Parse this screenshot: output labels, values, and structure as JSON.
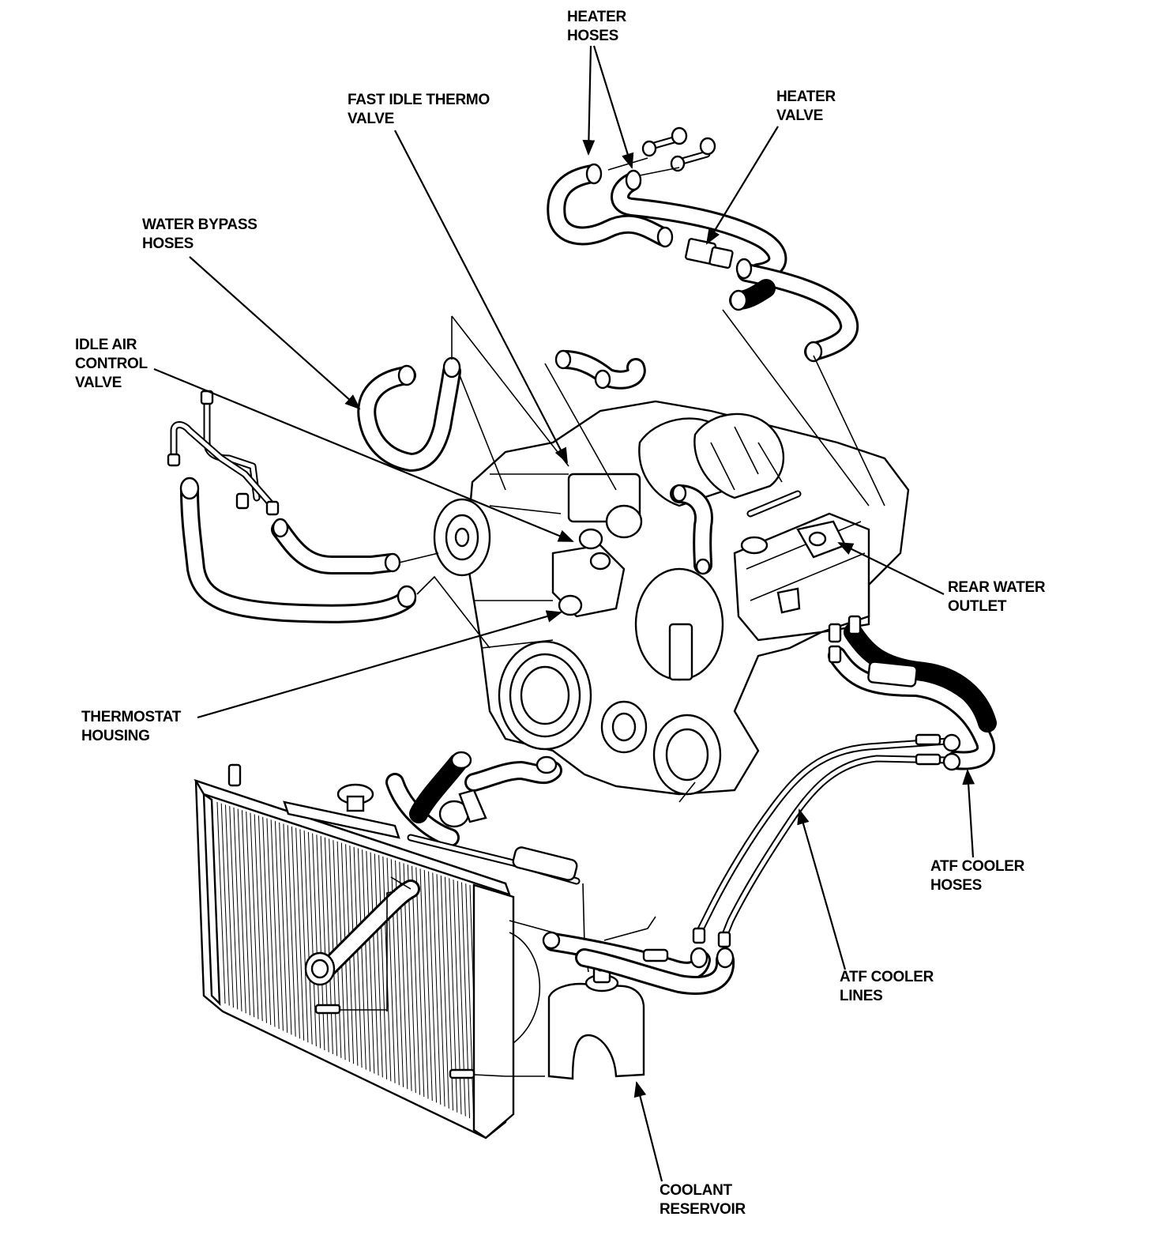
{
  "labels": {
    "heater_hoses": [
      "HEATER",
      "HOSES"
    ],
    "fast_idle_thermo_valve": [
      "FAST IDLE THERMO",
      "VALVE"
    ],
    "heater_valve": [
      "HEATER",
      "VALVE"
    ],
    "water_bypass_hoses": [
      "WATER BYPASS",
      "HOSES"
    ],
    "idle_air_control_valve": [
      "IDLE AIR",
      "CONTROL",
      "VALVE"
    ],
    "rear_water_outlet": [
      "REAR WATER",
      "OUTLET"
    ],
    "thermostat_housing": [
      "THERMOSTAT",
      "HOUSING"
    ],
    "atf_cooler_hoses": [
      "ATF COOLER",
      "HOSES"
    ],
    "atf_cooler_lines": [
      "ATF COOLER",
      "LINES"
    ],
    "coolant_reservoir": [
      "COOLANT",
      "RESERVOIR"
    ]
  }
}
